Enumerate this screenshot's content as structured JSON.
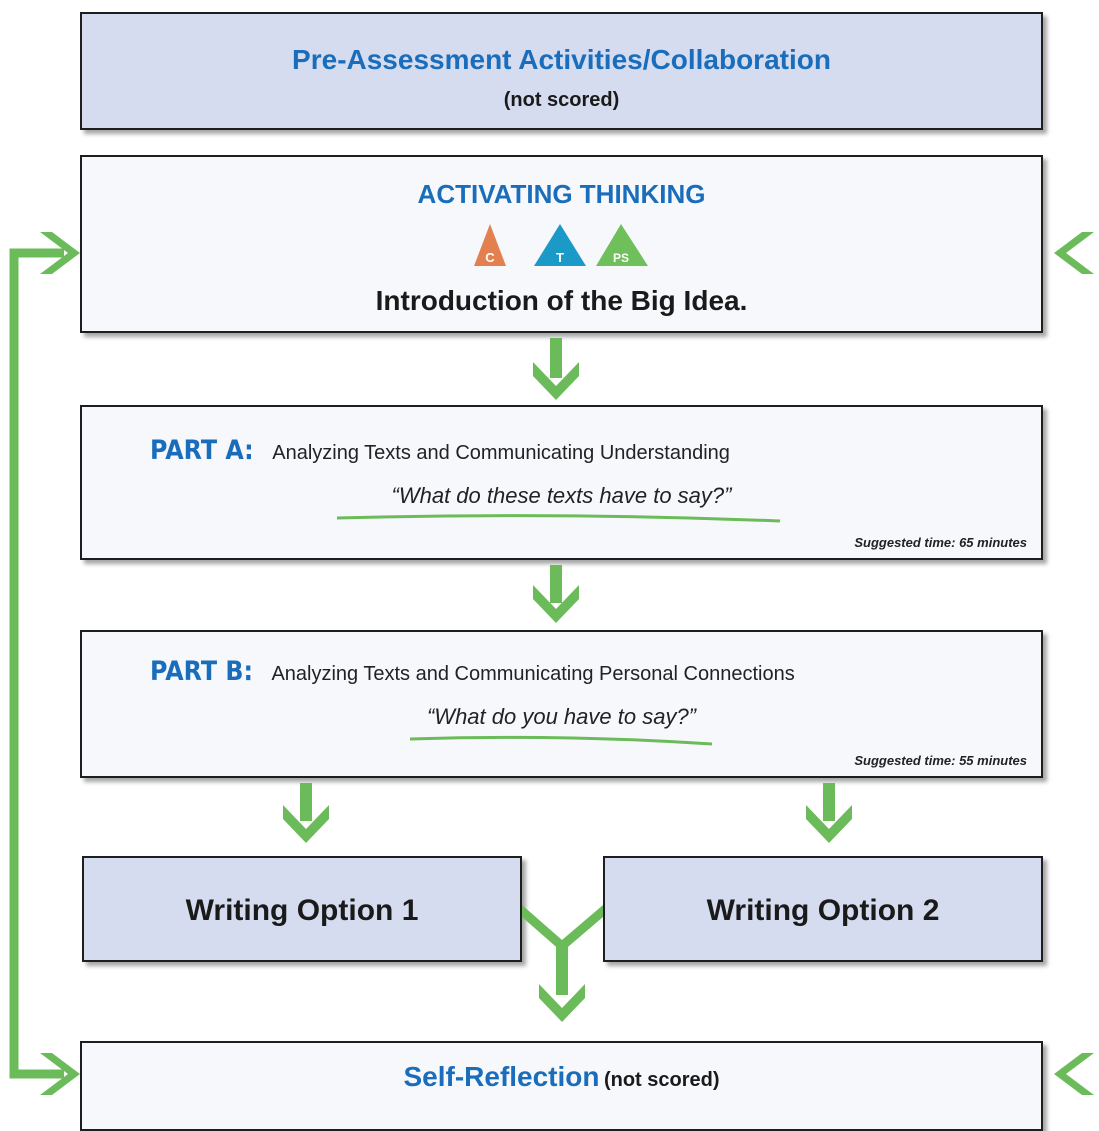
{
  "pre_assessment": {
    "title": "Pre-Assessment Activities/Collaboration",
    "subtitle": "(not scored)"
  },
  "activating": {
    "title": "ACTIVATING THINKING",
    "badges": [
      {
        "letter": "C",
        "color": "#e2804f"
      },
      {
        "letter": "T",
        "color": "#1c9ac7"
      },
      {
        "letter": "PS",
        "color": "#6fbf5b"
      }
    ],
    "subtitle": "Introduction of the Big Idea."
  },
  "part_a": {
    "label": "PART A:",
    "title": "Analyzing Texts and Communicating Understanding",
    "question": "“What do these texts have to say?”",
    "time": "Suggested time: 65 minutes"
  },
  "part_b": {
    "label": "PART B:",
    "title": "Analyzing Texts and Communicating Personal Connections",
    "question": "“What do you have to say?”",
    "time": "Suggested time: 55 minutes"
  },
  "writing_1": {
    "label": "Writing Option 1"
  },
  "writing_2": {
    "label": "Writing Option 2"
  },
  "self_reflection": {
    "title": "Self-Reflection",
    "note": "(not scored)"
  },
  "colors": {
    "arrow": "#6cbb5a",
    "accent_blue": "#1a6dba",
    "box_shade": "#d5dcf0"
  }
}
